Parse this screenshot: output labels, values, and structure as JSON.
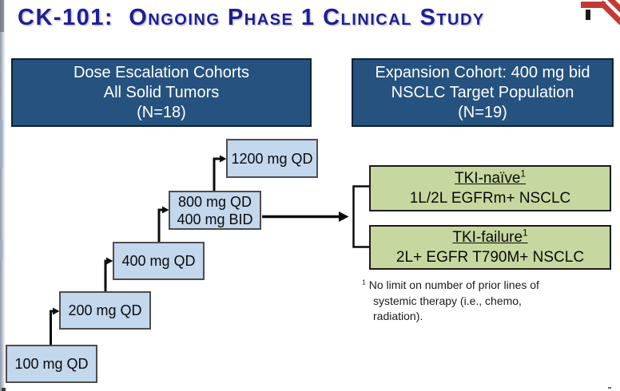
{
  "slide": {
    "title": "CK-101:  Ongoing Phase 1 Clinical Study"
  },
  "cohort_headers": {
    "escalation": {
      "line1": "Dose Escalation Cohorts",
      "line2": "All Solid Tumors",
      "line3": "(N=18)"
    },
    "expansion": {
      "line1": "Expansion Cohort: 400 mg bid",
      "line2": "NSCLC Target Population",
      "line3": "(N=19)"
    }
  },
  "dose_steps": {
    "d100": {
      "line1": "100 mg QD"
    },
    "d200": {
      "line1": "200 mg QD"
    },
    "d400": {
      "line1": "400 mg QD"
    },
    "d800": {
      "line1": "800 mg QD",
      "line2": "400 mg BID"
    },
    "d1200": {
      "line1": "1200 mg QD"
    }
  },
  "expansion_arms": {
    "naive": {
      "name": "TKI-naïve",
      "sup": "1",
      "desc": "1L/2L EGFRm+ NSCLC"
    },
    "failure": {
      "name": "TKI-failure",
      "sup": "1",
      "desc": "2L+ EGFR T790M+ NSCLC"
    }
  },
  "footnote": {
    "sup": "1",
    "text": "No limit on number of prior lines of systemic therapy (i.e., chemo, radiation)."
  },
  "icons": {
    "logo": "red-ribbon-logo"
  },
  "colors": {
    "title_blue": "#1E1E96",
    "header_bg": "#25527E",
    "dose_box_bg": "#C3D7ED",
    "arm_box_bg": "#C6D89F",
    "arrow_black": "#0B0B0B",
    "logo_red": "#C23B33"
  }
}
